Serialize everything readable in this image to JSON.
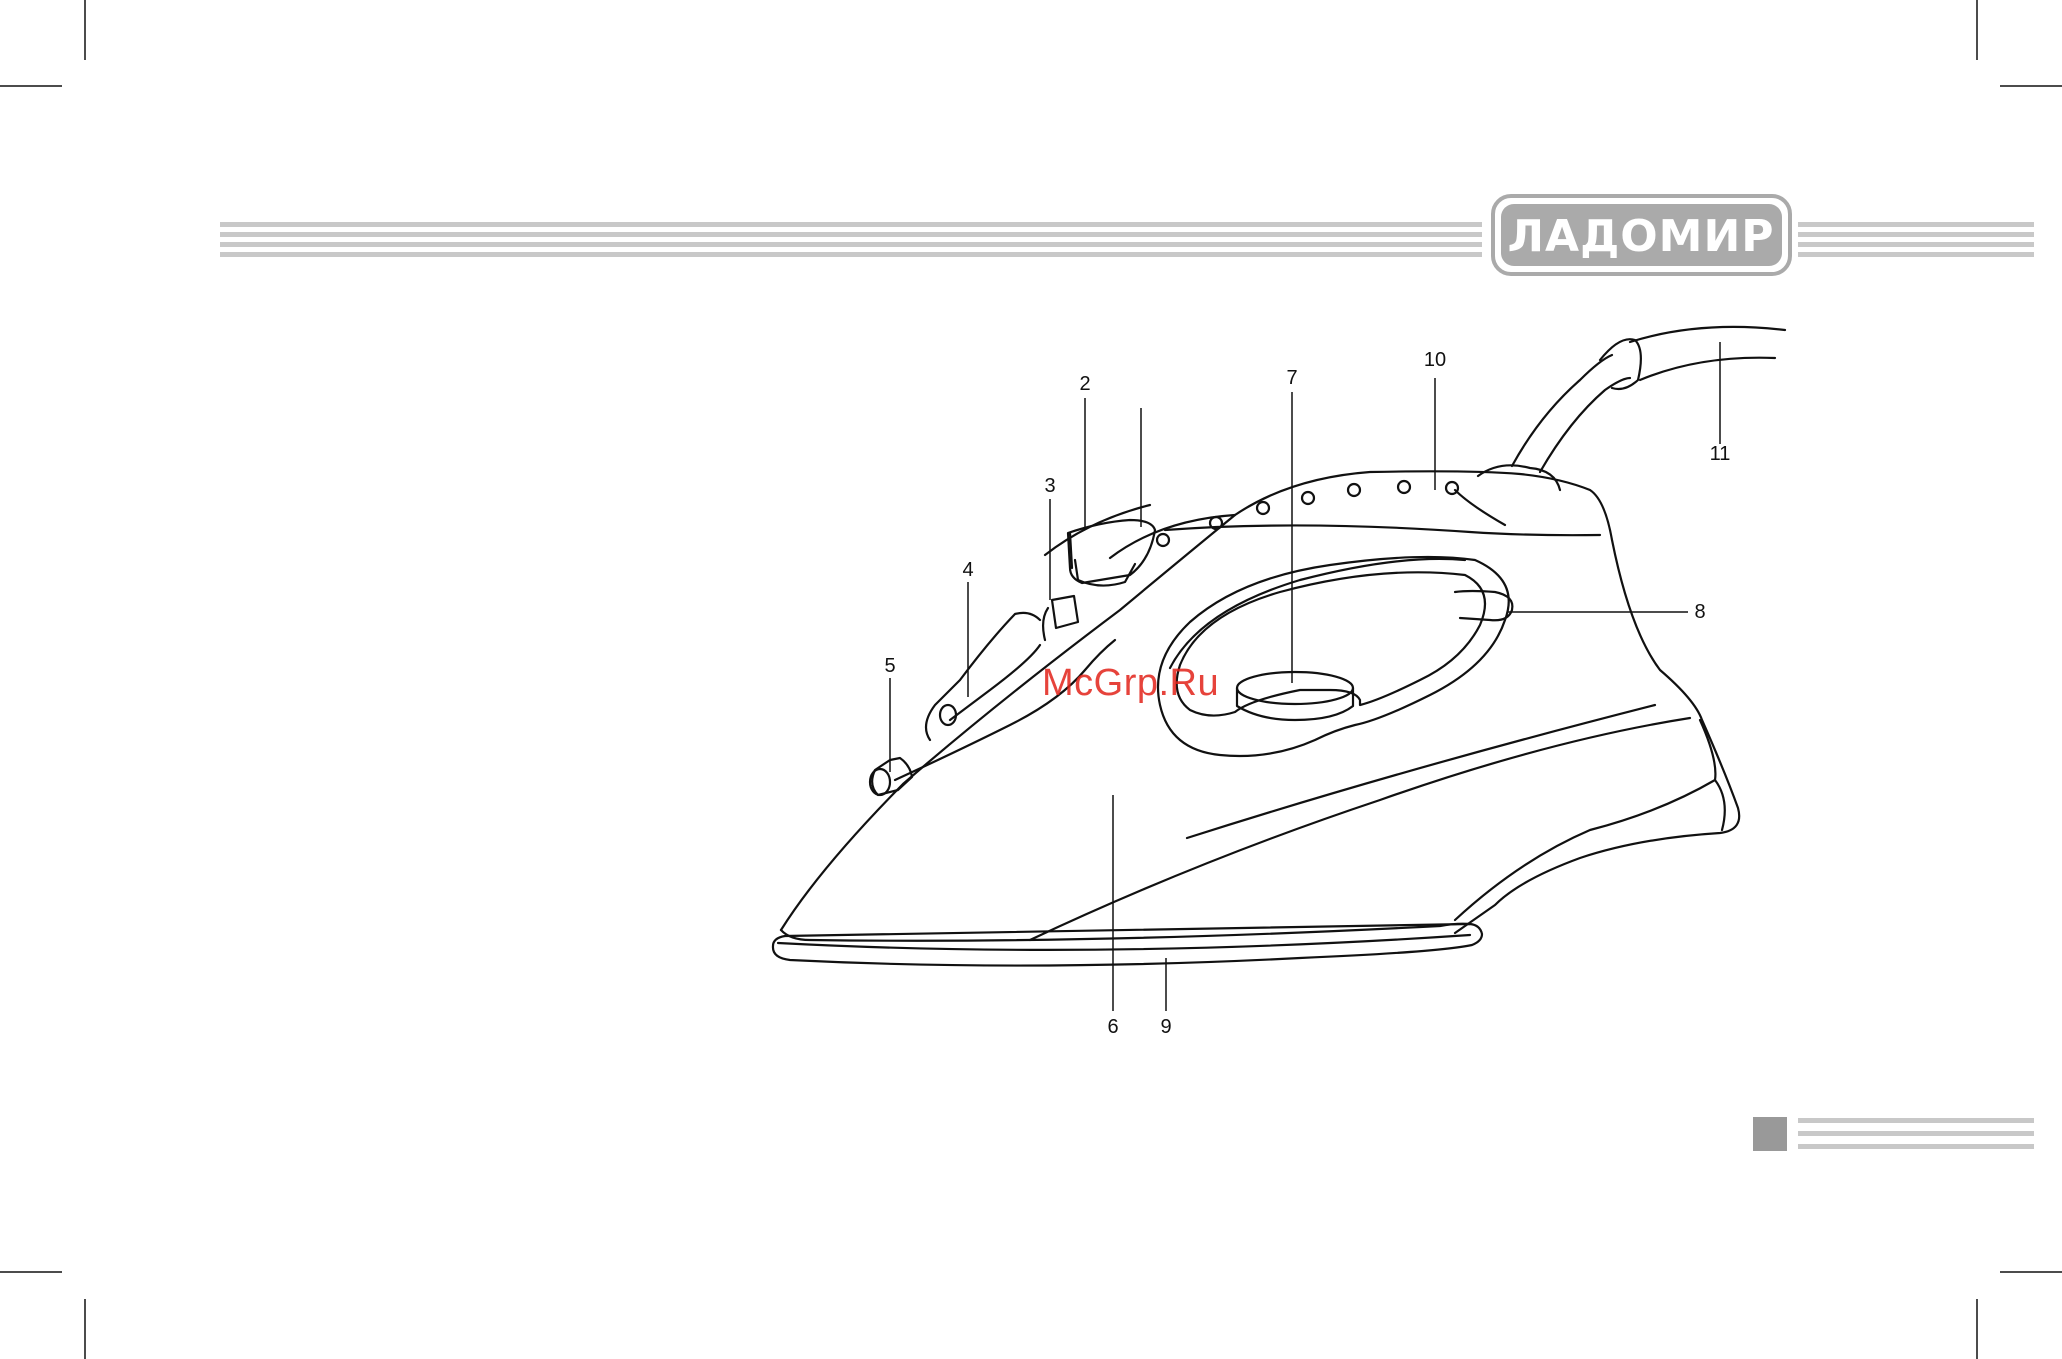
{
  "brand": {
    "logo_text": "ЛАДОМИР",
    "color": "#aaaaaa"
  },
  "watermark": {
    "text": "McGrp.Ru",
    "color": "#e2231a"
  },
  "callouts": {
    "c2": "2",
    "c3": "3",
    "c4": "4",
    "c5": "5",
    "c6": "6",
    "c7": "7",
    "c8": "8",
    "c9": "9",
    "c10": "10",
    "c11": "11"
  },
  "colors": {
    "line": "#111111",
    "stripe": "#c8c8c8",
    "page_square": "#999999"
  }
}
